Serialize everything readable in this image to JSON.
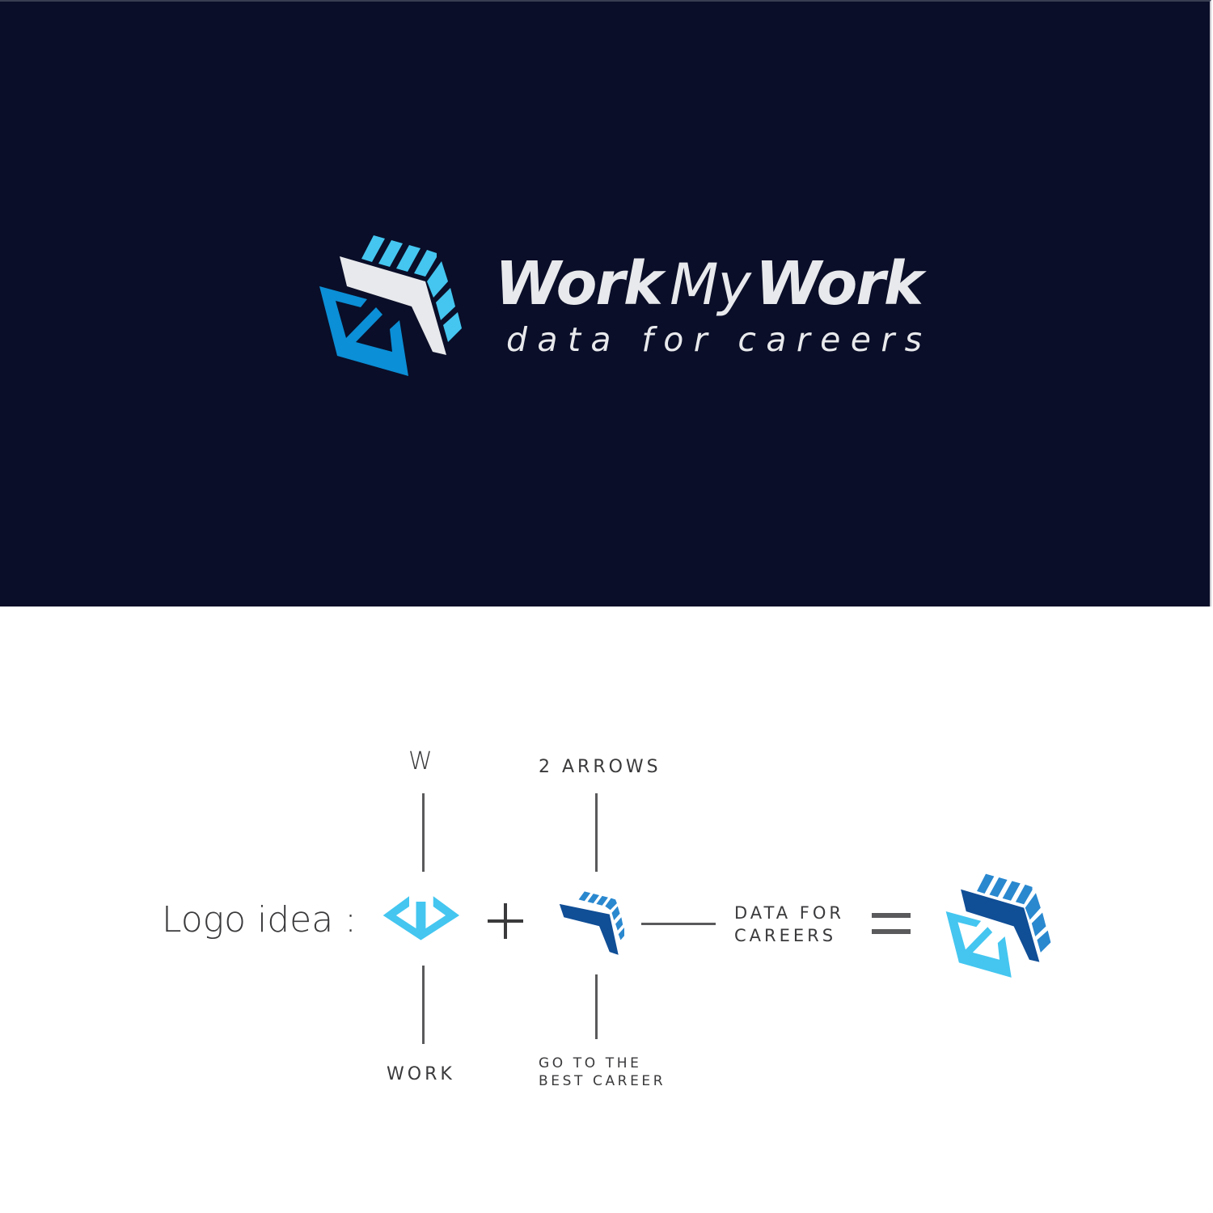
{
  "brand": {
    "name_part1": "Work",
    "name_part2": "My",
    "name_part3": "Work",
    "tagline": "data for careers"
  },
  "colors": {
    "dark_background": "#0a0e28",
    "light_text": "#e8e9ec",
    "light_blue": "#44c6f0",
    "mid_blue": "#0b8fd6",
    "navy_blue": "#104e96",
    "stripe_blue": "#2a88cf",
    "white_arrow": "#e8e9ec",
    "text_gray": "#3a3a3c",
    "line_gray": "#5a5a5c"
  },
  "concept": {
    "intro_label": "Logo idea :",
    "w_label_top": "W",
    "w_label_bottom": "WORK",
    "arrows_label_top": "2 ARROWS",
    "arrows_label_bottom_line1": "GO TO THE",
    "arrows_label_bottom_line2": "BEST CAREER",
    "result_label_line1": "DATA FOR",
    "result_label_line2": "CAREERS",
    "plus_symbol": "+",
    "equals_symbol": "="
  },
  "icons": {
    "main_logo": "workmywork-logo-icon",
    "w_mark": "w-diamond-icon",
    "arrows_mark": "striped-arrows-icon",
    "final_logo": "combined-logo-icon"
  }
}
